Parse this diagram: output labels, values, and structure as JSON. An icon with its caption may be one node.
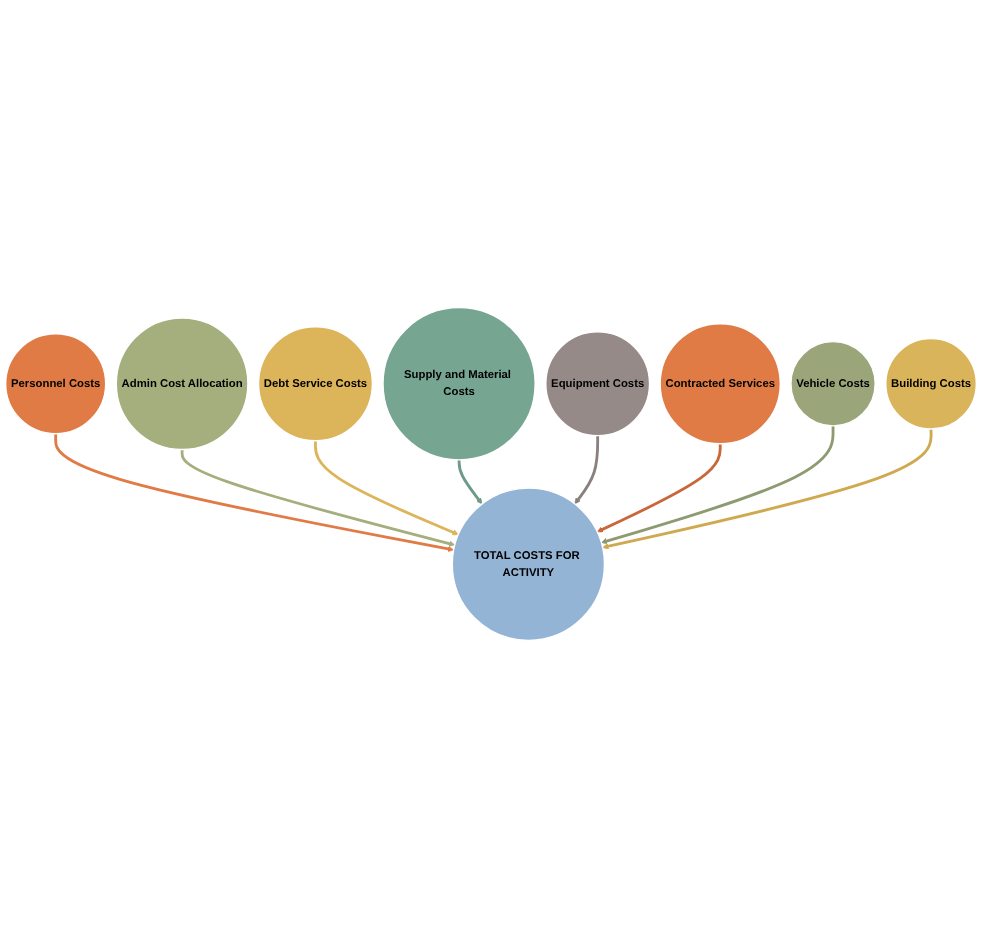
{
  "diagram": {
    "nodes": [
      {
        "text": [
          "TOTAL COSTS FOR ACTIVITY"
        ]
      },
      {
        "text": [
          "Personnel Costs"
        ]
      },
      {
        "text": [
          "Admin Cost Allocation"
        ]
      },
      {
        "text": [
          "Debt Service Costs"
        ]
      },
      {
        "text": [
          "Supply and Material Costs"
        ]
      },
      {
        "text": [
          "Equipment Costs"
        ]
      },
      {
        "text": [
          "Contracted Services"
        ]
      },
      {
        "text": [
          "Vehicle Costs"
        ]
      },
      {
        "text": [
          "Building Costs"
        ]
      }
    ],
    "edges": [
      {
        "from": 1,
        "to": 0,
        "arrow": "to",
        "color": "#e07b45"
      },
      {
        "from": 2,
        "to": 0,
        "arrow": "to",
        "color": "#a5ae7d"
      },
      {
        "from": 3,
        "to": 0,
        "arrow": "to",
        "color": "#dcb45a"
      },
      {
        "from": 4,
        "to": 0,
        "arrow": "to",
        "color": "#6f9a8a"
      },
      {
        "from": 5,
        "to": 0,
        "arrow": "to",
        "color": "#8a807d"
      },
      {
        "from": 6,
        "to": 0,
        "arrow": "to",
        "color": "#c9673a"
      },
      {
        "from": 7,
        "to": 0,
        "arrow": "to",
        "color": "#8e9a70"
      },
      {
        "from": 8,
        "to": 0,
        "arrow": "to",
        "color": "#cfa94f"
      }
    ]
  }
}
